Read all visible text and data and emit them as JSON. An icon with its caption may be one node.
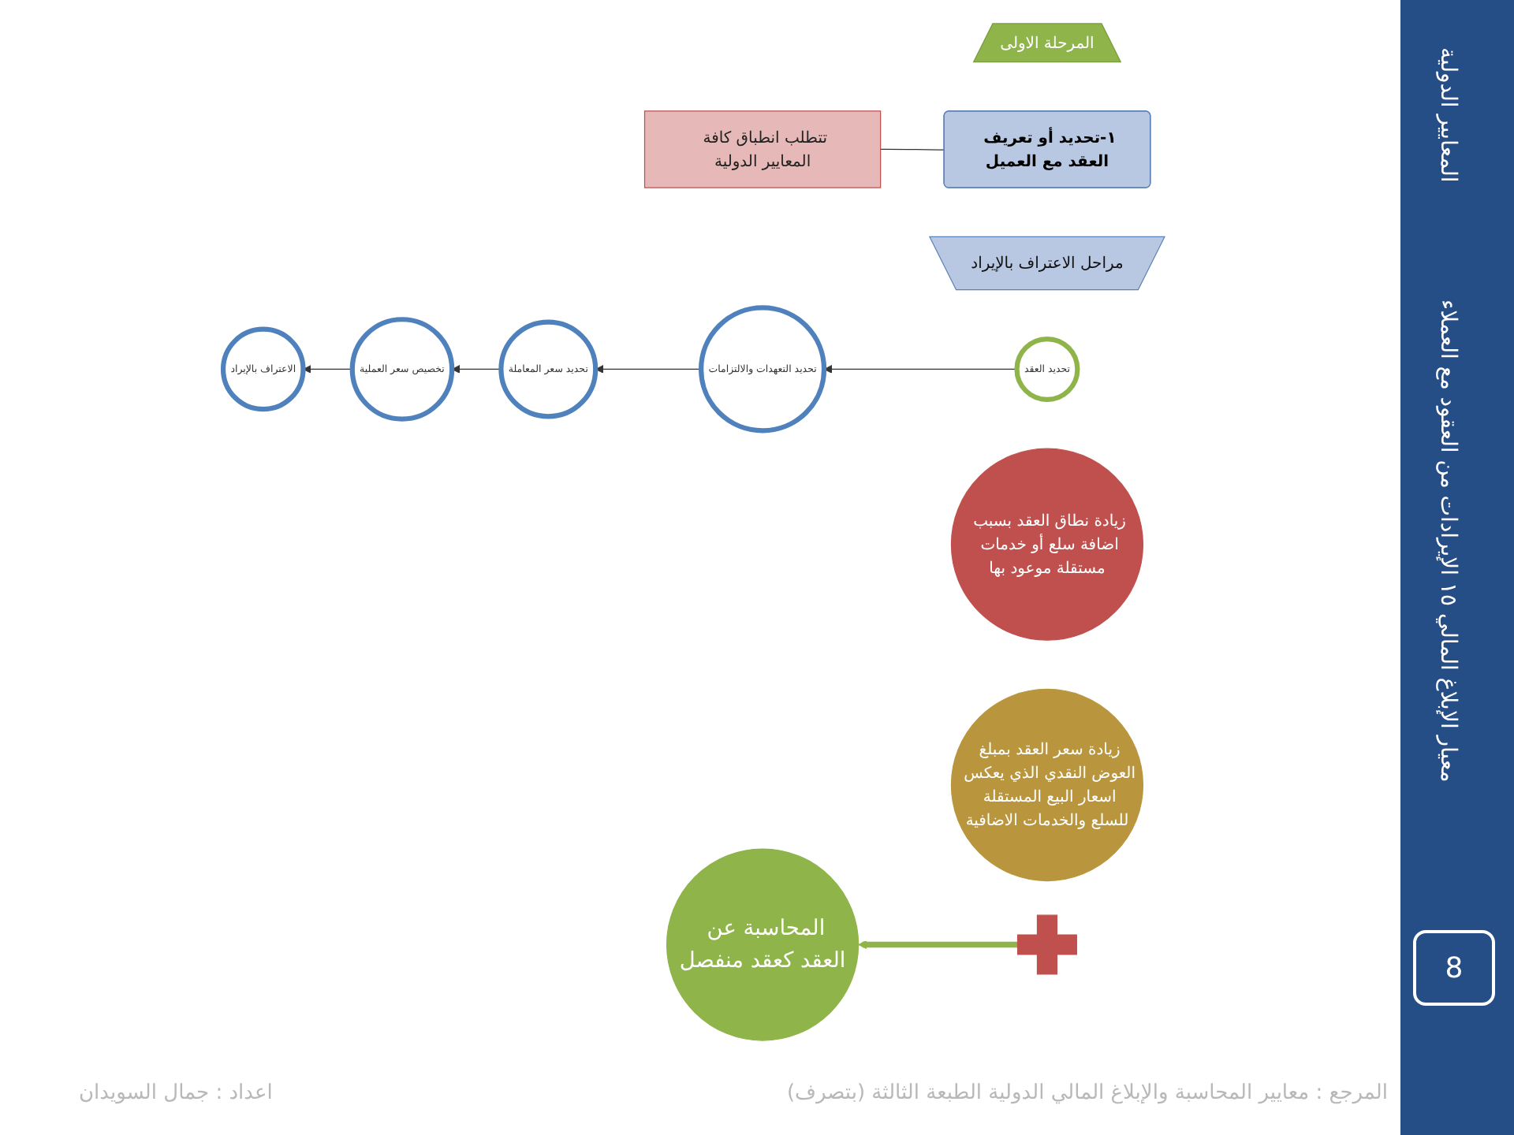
{
  "diagram": {
    "nodes": [
      {
        "text": [
          "المرحلة الاولى"
        ]
      },
      {
        "text": [
          "١-تحديد أو تعريف العقد مع العميل"
        ]
      },
      {
        "text": [
          "تتطلب انطباق كافة المعايير الدولية"
        ]
      },
      {
        "text": [
          "مراحل الاعتراف بالإيراد"
        ]
      },
      {
        "text": [
          "تحديد العقد"
        ]
      },
      {
        "text": [
          "تحديد التعهدات والالتزامات"
        ]
      },
      {
        "text": [
          "تحديد سعر المعاملة"
        ]
      },
      {
        "text": [
          "تخصيص سعر العملية"
        ]
      },
      {
        "text": [
          "الاعتراف بالإيراد"
        ]
      },
      {
        "text": [
          "زيادة نطاق العقد بسبب اضافة سلع أو خدمات مستقلة موعود بها"
        ]
      },
      {
        "text": [
          "زيادة سعر العقد بمبلغ العوض النقدي الذي يعكس اسعار البيع المستقلة للسلع والخدمات الاضافية"
        ]
      },
      {
        "text": [
          "المحاسبة عن العقد كعقد منفصل"
        ]
      },
      {
        "text": [],
        "shape": "plus"
      }
    ],
    "edges": [
      {
        "from": 1,
        "to": 2,
        "arrow": "none"
      },
      {
        "from": 4,
        "to": 5,
        "arrow": "to"
      },
      {
        "from": 5,
        "to": 6,
        "arrow": "to"
      },
      {
        "from": 6,
        "to": 7,
        "arrow": "to"
      },
      {
        "from": 7,
        "to": 8,
        "arrow": "to"
      },
      {
        "from": 12,
        "to": 11,
        "arrow": "to",
        "style": "thick",
        "color": "#8fb44a"
      }
    ],
    "labels": [
      "المعايير الدولية",
      "معيار الإبلاغ المالي ١٥ الإيرادات من العقود مع العملاء",
      "8",
      "المرجع : معايير المحاسبة والإبلاغ المالي الدولية الطبعة الثالثة (بتصرف)",
      "اعداد : جمال السويدان"
    ]
  }
}
